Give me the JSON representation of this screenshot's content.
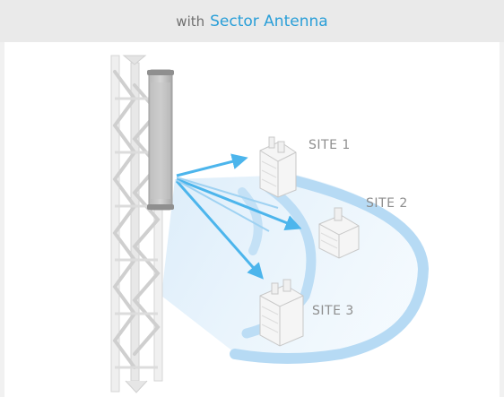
{
  "header": {
    "prefix": "with",
    "accent": "Sector Antenna"
  },
  "sites": [
    {
      "label": "SITE 1"
    },
    {
      "label": "SITE 2"
    },
    {
      "label": "SITE 3"
    }
  ],
  "colors": {
    "accent": "#2a9fd8",
    "beam": "#d9ecfa",
    "arc": "#b8dcf5",
    "arrow": "#4cb5ec",
    "header_bg": "#eaeaea"
  }
}
